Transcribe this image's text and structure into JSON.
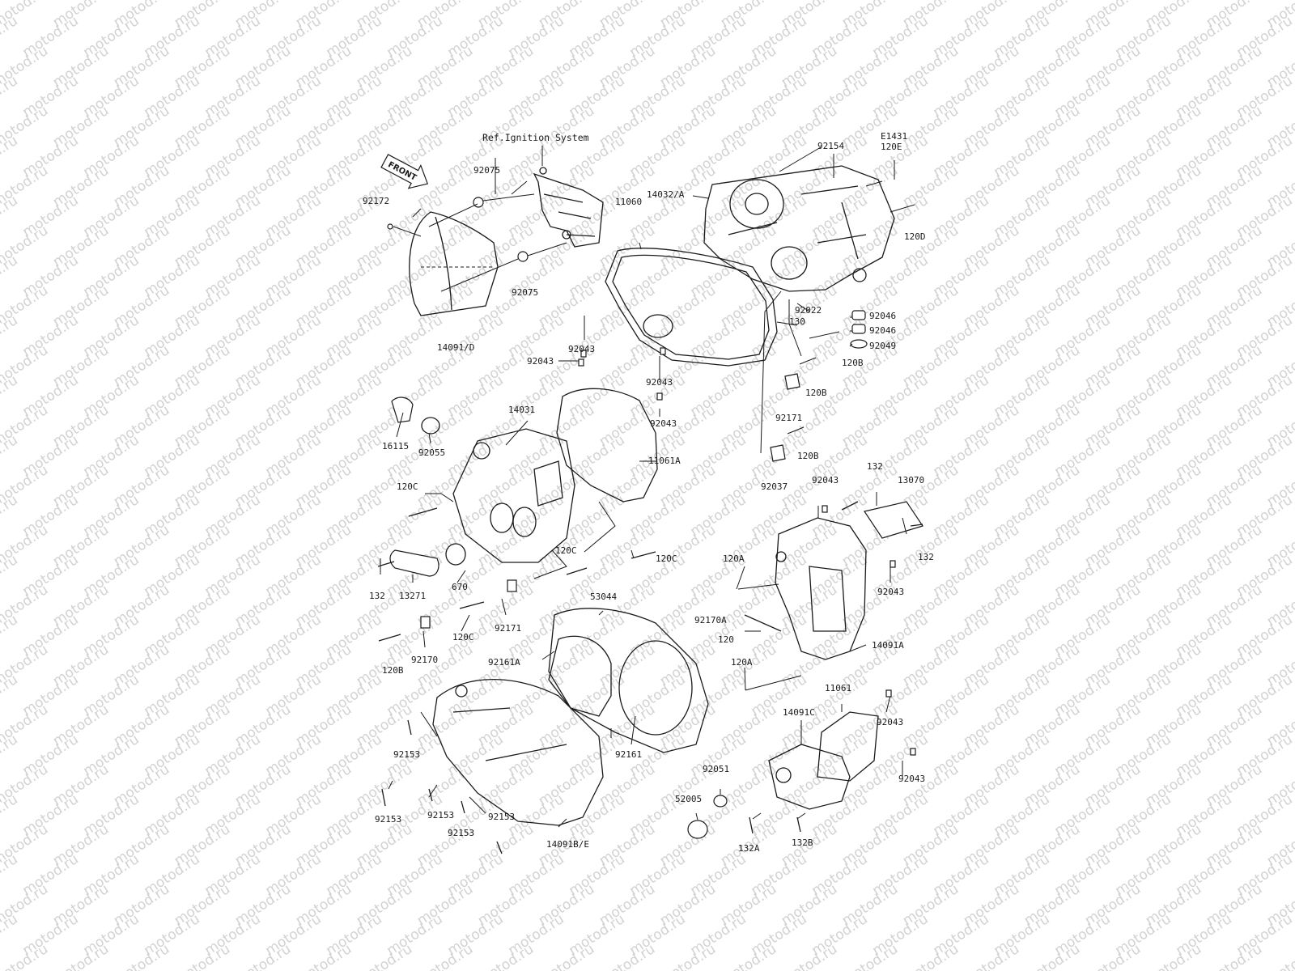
{
  "watermark": "motod.ru",
  "title": "Ref.Ignition System",
  "front_arrow": "FRONT",
  "labels": {
    "l92075a": "92075",
    "l92172": "92172",
    "l92075b": "92075",
    "l14091d": "14091/D",
    "l92154": "92154",
    "le1431": "E1431",
    "l120e": "120E",
    "l14032a": "14032/A",
    "l11060": "11060",
    "l120d": "120D",
    "l92022": "92022",
    "l130": "130",
    "l92046a": "92046",
    "l92046b": "92046",
    "l92049": "92049",
    "l92043a": "92043",
    "l120b1": "120B",
    "l92043b": "92043",
    "l92043c": "92043",
    "l120b2": "120B",
    "l92171a": "92171",
    "l92043d": "92043",
    "l14031": "14031",
    "l16115": "16115",
    "l92055": "92055",
    "l11061a": "11061A",
    "l120b3": "120B",
    "l92037": "92037",
    "l120c1": "120C",
    "l92043e": "92043",
    "l132a1": "132",
    "l13070": "13070",
    "l132b1": "132",
    "l120c2": "120C",
    "l120c3": "120C",
    "l120a1": "120A",
    "l132c": "132",
    "l13271": "13271",
    "l670": "670",
    "l92043f": "92043",
    "l53044": "53044",
    "l120c4": "120C",
    "l92171b": "92171",
    "l92170a": "92170A",
    "l120": "120",
    "l14091a": "14091A",
    "l120b4": "120B",
    "l92170": "92170",
    "l92161a": "92161A",
    "l120a2": "120A",
    "l11061": "11061",
    "l14091c": "14091C",
    "l92043g": "92043",
    "l92153a": "92153",
    "l92161": "92161",
    "l92051": "92051",
    "l92043h": "92043",
    "l52005": "52005",
    "l92153b": "92153",
    "l92153c": "92153",
    "l92153d": "92153",
    "l92153e": "92153",
    "l132a": "132A",
    "l132b": "132B",
    "l14091be": "14091B/E"
  },
  "colors": {
    "ink": "#1a1a1a",
    "watermark": "#d2d2d2",
    "background": "#ffffff"
  }
}
